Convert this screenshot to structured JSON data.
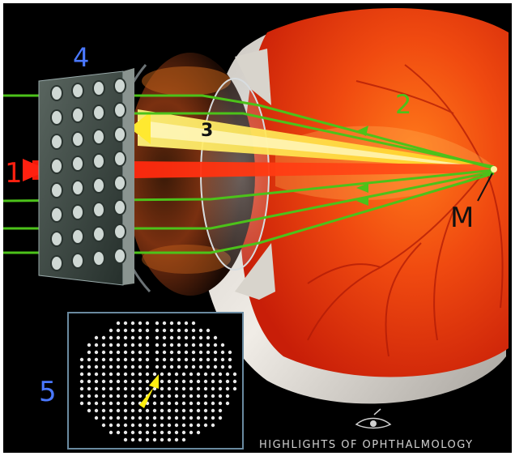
{
  "labels": {
    "l1": "1",
    "l2": "2",
    "l3": "3",
    "l4": "4",
    "l5": "5",
    "lm": "M"
  },
  "credit": "Highlights of Ophthalmology",
  "colors": {
    "background": "#000000",
    "retina": "#e8300a",
    "sclera": "#e6e2dc",
    "green_ray": "#4cc21a",
    "yellow_ray": "#ffe930",
    "red_laser": "#ff2010",
    "blue_label": "#4a78ff"
  },
  "icons": [
    "eye-logo-icon",
    "yellow-arrow-icon"
  ]
}
